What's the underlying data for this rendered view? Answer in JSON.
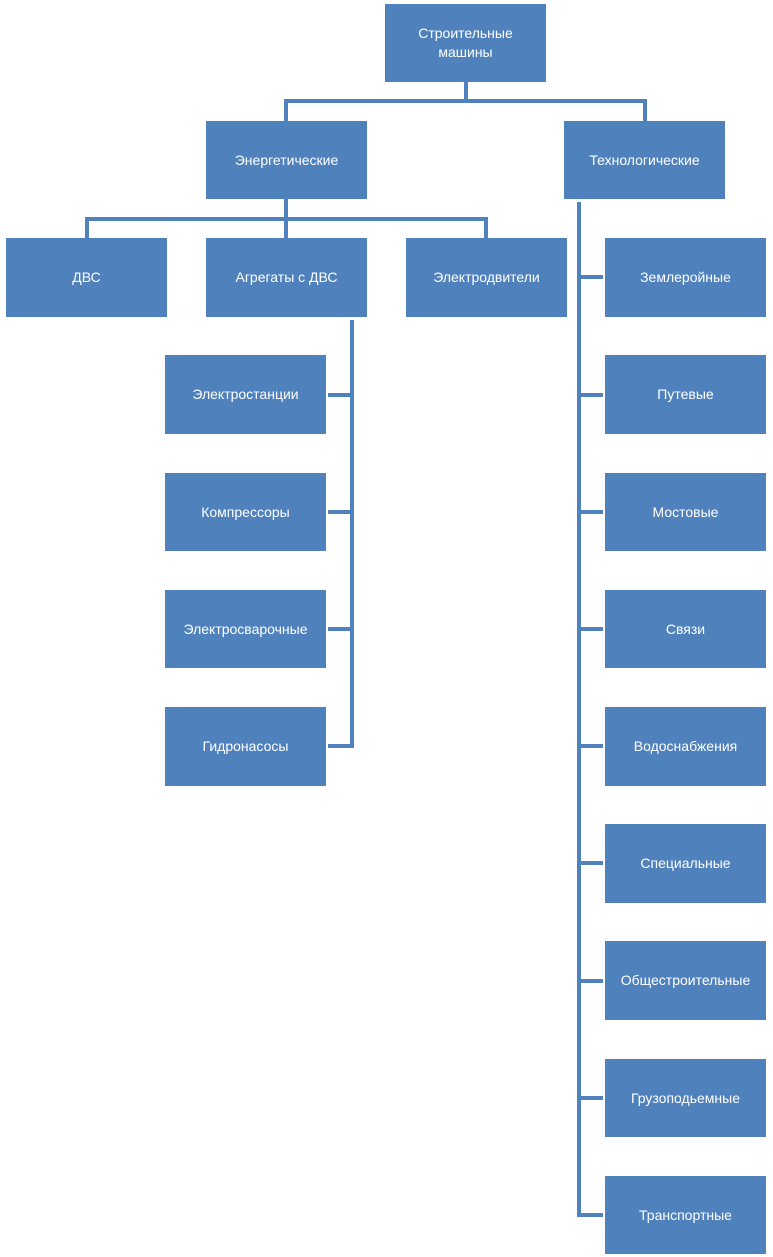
{
  "diagram": {
    "root": "Строительные\nмашины",
    "energy": {
      "label": "Энергетические",
      "children": [
        "ДВС",
        "Агрегаты с ДВС",
        "Электродвители"
      ],
      "aggregates": [
        "Электростанции",
        "Компрессоры",
        "Электросварочные",
        "Гидронасосы"
      ]
    },
    "tech": {
      "label": "Технологические",
      "children": [
        "Землеройные",
        "Путевые",
        "Мостовые",
        "Связи",
        "Водоснабжения",
        "Специальные",
        "Общестроительные",
        "Грузоподьемные",
        "Транспортные"
      ]
    }
  },
  "colors": {
    "box": "#4f81bd",
    "line": "#4f81bd",
    "text": "#ffffff"
  }
}
